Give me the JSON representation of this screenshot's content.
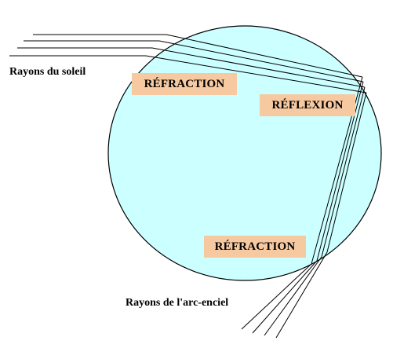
{
  "labels": {
    "refraction_top": "RÉFRACTION",
    "reflexion": "RÉFLEXION",
    "refraction_bottom": "RÉFRACTION",
    "sun_rays": "Rayons du soleil",
    "rainbow_rays": "Rayons de l'arc-enciel"
  },
  "colors": {
    "droplet_fill": "#ccffff",
    "droplet_stroke": "#000000",
    "label_box_fill": "#f7c9a1",
    "ray_color": "#000000"
  }
}
